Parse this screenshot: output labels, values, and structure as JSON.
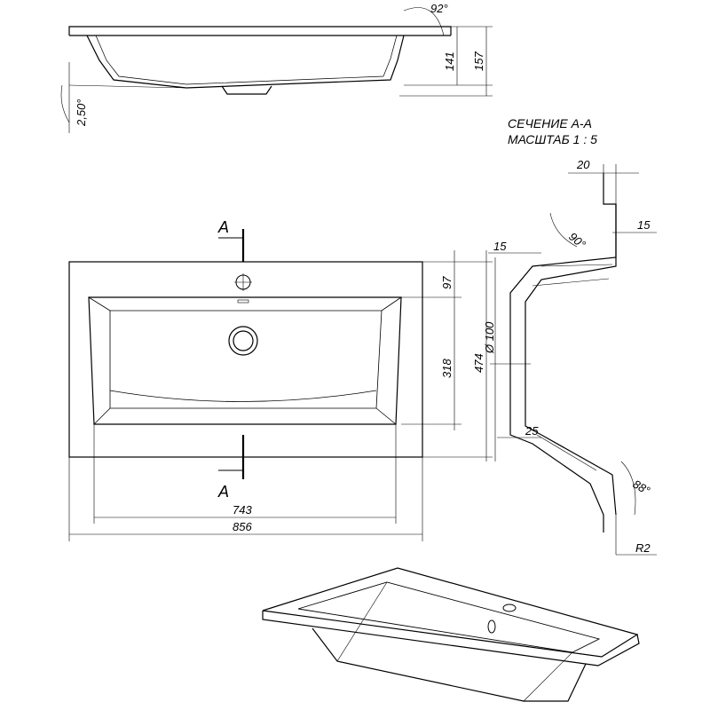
{
  "section_title": "СЕЧЕНИЕ А-А",
  "scale_label": "МАСШТАБ 1 : 5",
  "section_mark_top": "A",
  "section_mark_bottom": "A",
  "side_view": {
    "angle_top": "92°",
    "angle_bottom": "2,50°",
    "dim_141": "141",
    "dim_157": "157"
  },
  "top_view": {
    "dim_97": "97",
    "dim_318": "318",
    "dim_474": "474",
    "dim_743": "743",
    "dim_856": "856"
  },
  "section_view": {
    "dim_20": "20",
    "dim_15_right": "15",
    "dim_15_left": "15",
    "angle_90": "90°",
    "diameter_100": "Ø 100",
    "dim_25": "25",
    "angle_88": "88°",
    "radius": "R2"
  },
  "colors": {
    "line": "#000000",
    "background": "#ffffff"
  }
}
